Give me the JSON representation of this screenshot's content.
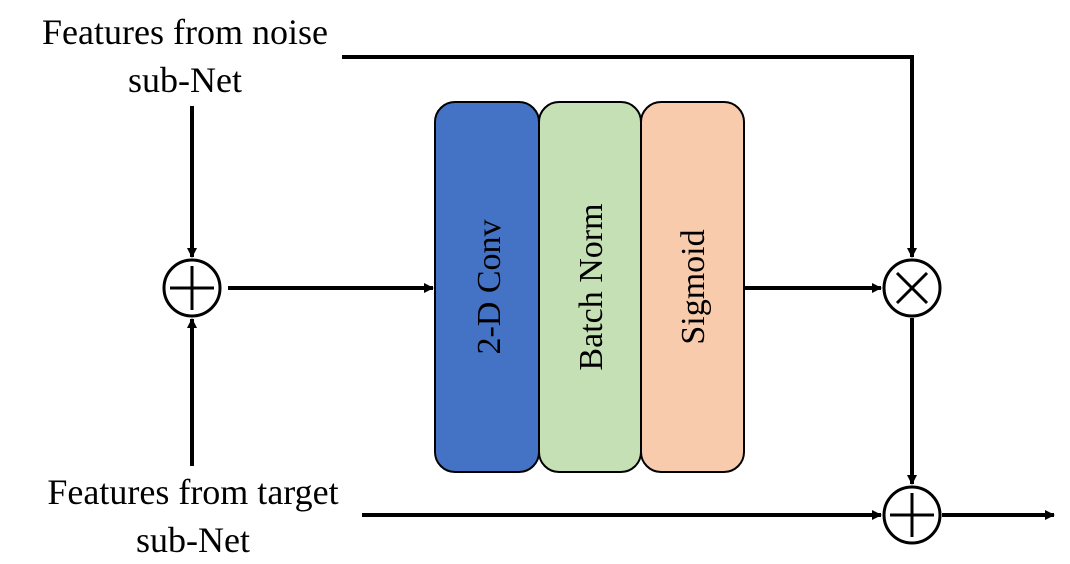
{
  "labels": {
    "noise_line1": "Features from noise",
    "noise_line2": "sub-Net",
    "target_line1": "Features from target",
    "target_line2": "sub-Net"
  },
  "blocks": [
    {
      "label": "2-D Conv",
      "color": "#4472c4"
    },
    {
      "label": "Batch Norm",
      "color": "#c5e0b4"
    },
    {
      "label": "Sigmoid",
      "color": "#f8cbad"
    }
  ],
  "operators": {
    "add": "⊕",
    "multiply": "⊗"
  }
}
